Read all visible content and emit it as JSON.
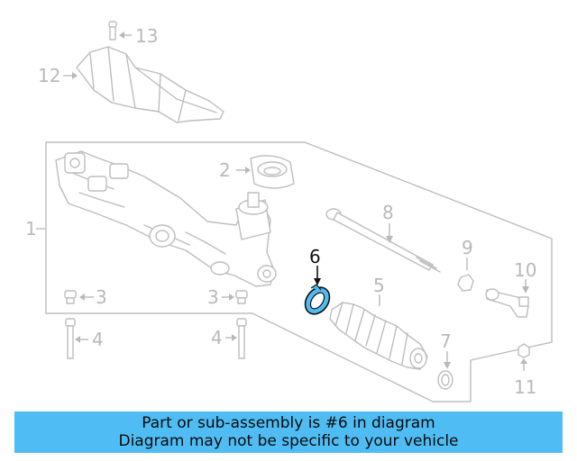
{
  "callouts": {
    "c1": "1",
    "c2": "2",
    "c3a": "3",
    "c3b": "3",
    "c4a": "4",
    "c4b": "4",
    "c5": "5",
    "c6": "6",
    "c7": "7",
    "c8": "8",
    "c9": "9",
    "c10": "10",
    "c11": "11",
    "c12": "12",
    "c13": "13"
  },
  "highlighted_part": "6",
  "colors": {
    "highlight": "#4fbdf4",
    "banner_bg": "#4fbdf4",
    "linework": "#bdbdbd"
  },
  "banner": {
    "line1": "Part or sub-assembly is #6 in diagram",
    "line2": "Diagram may not be specific to your vehicle"
  }
}
